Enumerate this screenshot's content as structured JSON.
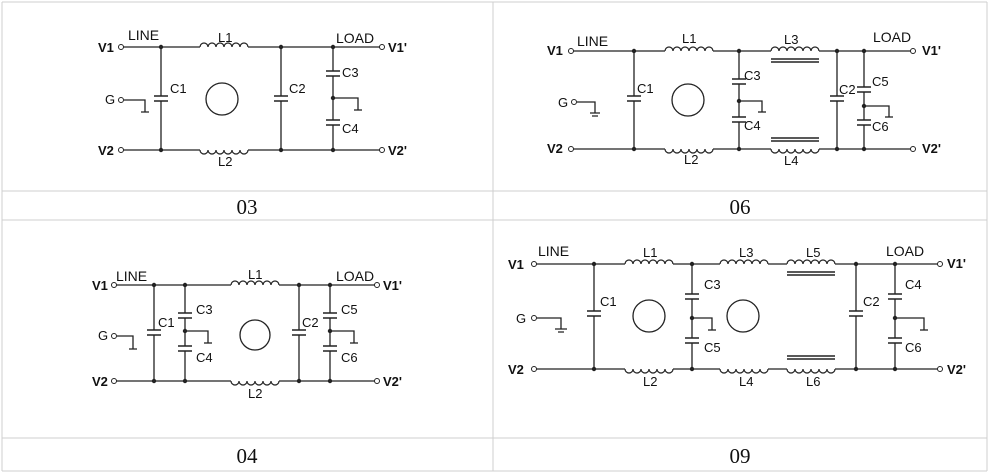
{
  "panels": [
    {
      "id": "03",
      "caption": "03",
      "labels": {
        "line": "LINE",
        "load": "LOAD",
        "v1": "V1",
        "v1p": "V1'",
        "v2": "V2",
        "v2p": "V2'",
        "g": "G",
        "l1": "L1",
        "l2": "L2",
        "c1": "C1",
        "c2": "C2",
        "c3": "C3",
        "c4": "C4"
      }
    },
    {
      "id": "06",
      "caption": "06",
      "labels": {
        "line": "LINE",
        "load": "LOAD",
        "v1": "V1",
        "v1p": "V1'",
        "v2": "V2",
        "v2p": "V2'",
        "g": "G",
        "l1": "L1",
        "l2": "L2",
        "l3": "L3",
        "l4": "L4",
        "c1": "C1",
        "c2": "C2",
        "c3": "C3",
        "c4": "C4",
        "c5": "C5",
        "c6": "C6"
      }
    },
    {
      "id": "04",
      "caption": "04",
      "labels": {
        "line": "LINE",
        "load": "LOAD",
        "v1": "V1",
        "v1p": "V1'",
        "v2": "V2",
        "v2p": "V2'",
        "g": "G",
        "l1": "L1",
        "l2": "L2",
        "c1": "C1",
        "c2": "C2",
        "c3": "C3",
        "c4": "C4",
        "c5": "C5",
        "c6": "C6"
      }
    },
    {
      "id": "09",
      "caption": "09",
      "labels": {
        "line": "LINE",
        "load": "LOAD",
        "v1": "V1",
        "v1p": "V1'",
        "v2": "V2",
        "v2p": "V2'",
        "g": "G",
        "l1": "L1",
        "l2": "L2",
        "l3": "L3",
        "l4": "L4",
        "l5": "L5",
        "l6": "L6",
        "c1": "C1",
        "c2": "C2",
        "c3": "C3",
        "c4": "C4",
        "c5": "C5",
        "c6": "C6"
      }
    }
  ]
}
